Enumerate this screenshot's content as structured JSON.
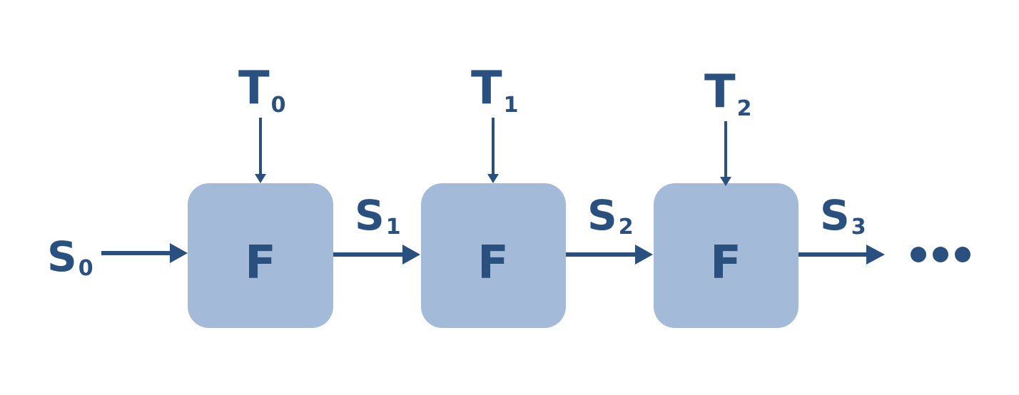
{
  "blocks": [
    {
      "label": "F"
    },
    {
      "label": "F"
    },
    {
      "label": "F"
    }
  ],
  "inputs": [
    {
      "letter": "T",
      "sub": "0"
    },
    {
      "letter": "T",
      "sub": "1"
    },
    {
      "letter": "T",
      "sub": "2"
    }
  ],
  "states": [
    {
      "letter": "S",
      "sub": "0"
    },
    {
      "letter": "S",
      "sub": "1"
    },
    {
      "letter": "S",
      "sub": "2"
    },
    {
      "letter": "S",
      "sub": "3"
    }
  ],
  "continuation": {
    "dots": 3
  },
  "colors": {
    "box_fill": "#a3bbd9",
    "ink": "#2a5080",
    "background": "#ffffff"
  }
}
